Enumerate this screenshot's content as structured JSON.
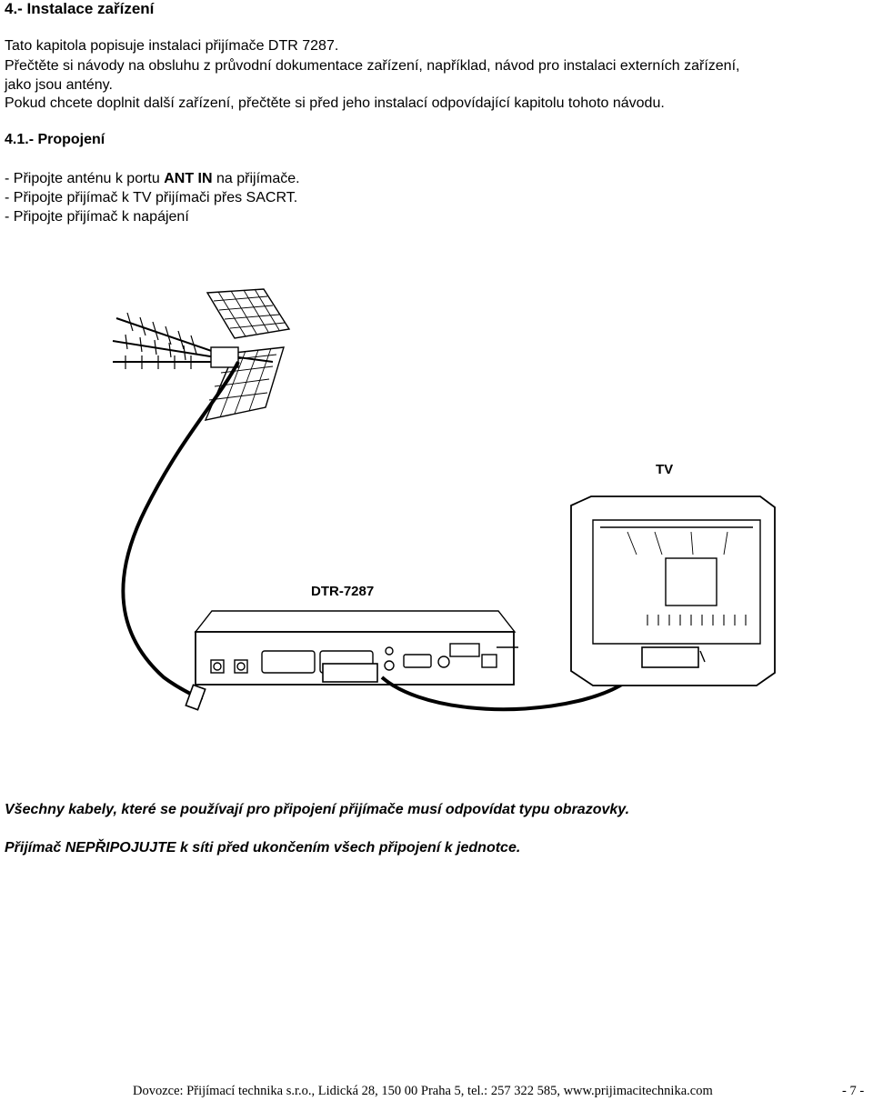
{
  "heading": "4.- Instalace zařízení",
  "intro": [
    "Tato kapitola popisuje instalaci přijímače DTR 7287.",
    "Přečtěte si návody na obsluhu z průvodní dokumentace zařízení, například, návod pro instalaci externích zařízení,",
    "jako jsou antény.",
    "Pokud chcete doplnit další zařízení, přečtěte si před jeho instalací odpovídající kapitolu tohoto návodu."
  ],
  "subheading": "4.1.- Propojení",
  "steps": {
    "step1_prefix": "- Připojte anténu k portu ",
    "step1_bold": "ANT IN",
    "step1_suffix": " na přijímače.",
    "step2": "- Připojte přijímač k TV přijímači přes SACRT.",
    "step3": "- Připojte přijímač k napájení"
  },
  "diagram": {
    "tv_label": "TV",
    "receiver_label": "DTR-7287"
  },
  "warnings": [
    "Všechny kabely, které se používají pro připojení přijímače musí odpovídat typu obrazovky.",
    "Přijímač NEPŘIPOJUJTE k síti před ukončením všech připojení k jednotce."
  ],
  "footer": {
    "text": "Dovozce: Přijímací technika s.r.o., Lidická 28, 150 00 Praha 5, tel.: 257 322 585, www.prijimacitechnika.com",
    "page_number": "- 7 -"
  }
}
